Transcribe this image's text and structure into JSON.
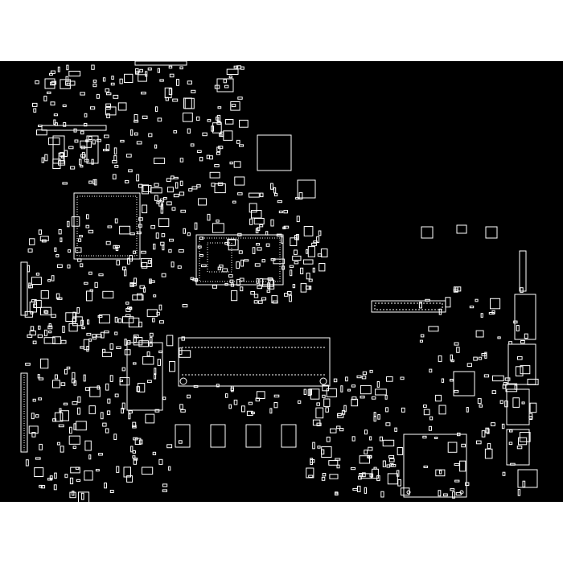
{
  "viewer": {
    "background_color": "#ffffff",
    "board_background_color": "#000000",
    "line_color": "#ffffff"
  },
  "board": {
    "components": [
      {
        "kind": "bga-chip",
        "name": "bga-chip-top-left"
      },
      {
        "kind": "bga-chip",
        "name": "cpu-socket-center"
      },
      {
        "kind": "memory-slot",
        "name": "memory-slot-ddr"
      },
      {
        "kind": "bga-chip",
        "name": "large-ic-bottom-right"
      },
      {
        "kind": "ic",
        "name": "small-qfn-right"
      },
      {
        "kind": "connector",
        "name": "connector-horizontal-right"
      },
      {
        "kind": "connector",
        "name": "io-connectors-right-edge"
      },
      {
        "kind": "connector",
        "name": "ribbon-connector-left-edge"
      },
      {
        "kind": "ic",
        "name": "soic-chips-bottom-row"
      }
    ]
  }
}
